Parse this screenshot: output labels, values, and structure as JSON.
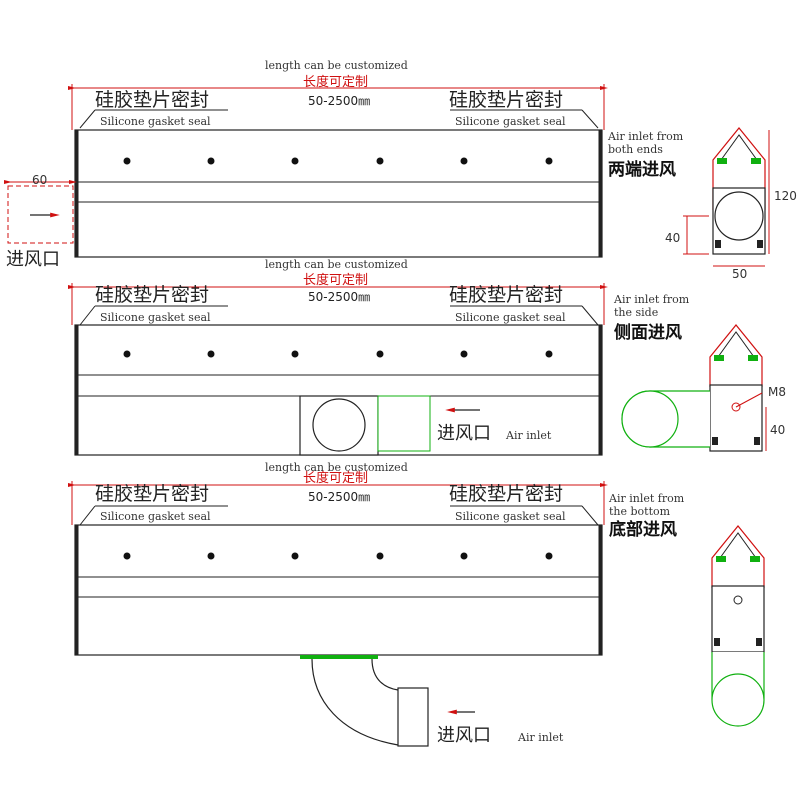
{
  "colors": {
    "dim_red": "#d01010",
    "seal_green": "#10b010",
    "outline": "#222222"
  },
  "labels": {
    "length_customized": "length can be customized",
    "length_cn": "长度可定制",
    "range": "50-2500㎜",
    "gasket_cn": "硅胶垫片密封",
    "gasket_en": "Silicone gasket seal",
    "inlet_cn": "进风口",
    "air_inlet": "Air inlet"
  },
  "views": [
    {
      "en_line1": "Air inlet from",
      "en_line2": "both ends",
      "cn": "两端进风"
    },
    {
      "en_line1": "Air inlet from",
      "en_line2": "the side",
      "cn": "侧面进风"
    },
    {
      "en_line1": "Air inlet from",
      "en_line2": "the bottom",
      "cn": "底部进风"
    }
  ],
  "dimensions": {
    "d60": "60",
    "d120": "120",
    "d40a": "40",
    "d50": "50",
    "m8": "M8",
    "d40b": "40"
  }
}
